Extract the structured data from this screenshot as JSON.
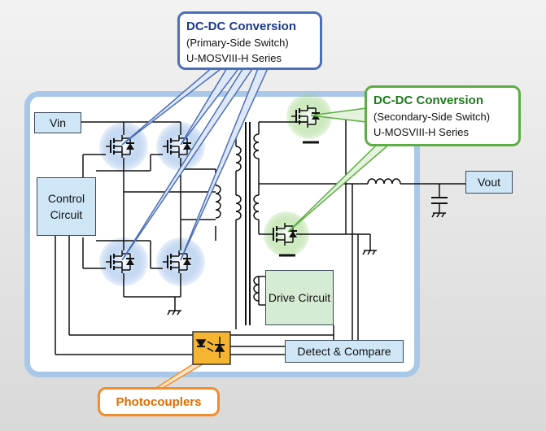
{
  "title": "",
  "labels": {
    "vin": "Vin",
    "vout": "Vout",
    "control": "Control Circuit",
    "drive": "Drive Circuit",
    "detect": "Detect & Compare"
  },
  "callouts": {
    "primary": {
      "head": "DC-DC Conversion",
      "line1": "(Primary-Side Switch)",
      "line2": "U-MOSVIII-H Series"
    },
    "secondary": {
      "head": "DC-DC Conversion",
      "line1": "(Secondary-Side Switch)",
      "line2": "U-MOSVIII-H Series"
    },
    "photo": "Photocouplers"
  },
  "colors": {
    "frame": "#a9c8e8",
    "primary_glow": "#7aa6e0",
    "secondary_glow": "#8ccc6c",
    "photocoupler": "#f5b431",
    "blue_callout": "#4b6fb8",
    "green_callout": "#5cae44",
    "orange_callout": "#f08d2c"
  },
  "icons": [
    "mosfet-icon",
    "inductor-icon",
    "transformer-icon",
    "capacitor-icon",
    "ground-icon",
    "photocoupler-icon"
  ]
}
